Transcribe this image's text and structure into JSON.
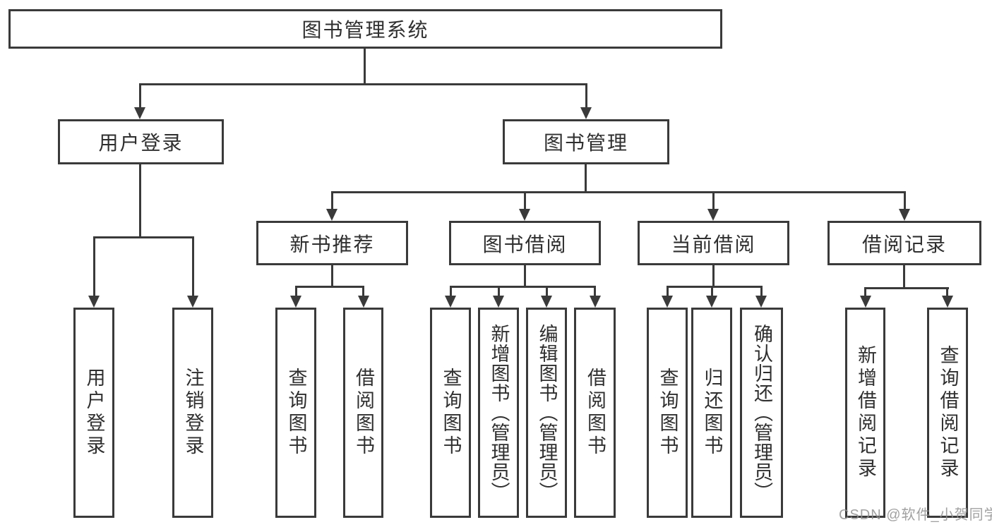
{
  "tree": {
    "label": "图书管理系统",
    "children": [
      {
        "label": "用户登录",
        "children": [
          {
            "label": "用户登录"
          },
          {
            "label": "注销登录"
          }
        ]
      },
      {
        "label": "图书管理",
        "children": [
          {
            "label": "新书推荐",
            "children": [
              {
                "label": "查询图书"
              },
              {
                "label": "借阅图书"
              }
            ]
          },
          {
            "label": "图书借阅",
            "children": [
              {
                "label": "查询图书"
              },
              {
                "label": "新增图书（管理员）"
              },
              {
                "label": "编辑图书（管理员）"
              },
              {
                "label": "借阅图书"
              }
            ]
          },
          {
            "label": "当前借阅",
            "children": [
              {
                "label": "查询图书"
              },
              {
                "label": "归还图书"
              },
              {
                "label": "确认归还（管理员）"
              }
            ]
          },
          {
            "label": "借阅记录",
            "children": [
              {
                "label": "新增借阅记录"
              },
              {
                "label": "查询借阅记录"
              }
            ]
          }
        ]
      }
    ]
  },
  "watermark": "CSDN @软件_小贺同学",
  "colors": {
    "line": "#3a3a3a",
    "text": "#2f2f2f",
    "box_background": "#ffffff",
    "watermark": "#919191"
  }
}
